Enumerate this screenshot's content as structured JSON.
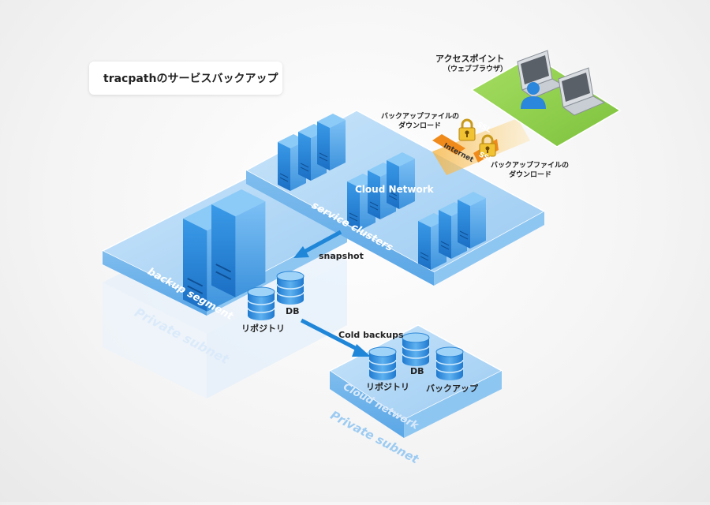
{
  "title": "tracpathのサービスバックアップ",
  "access_point": {
    "label": "アクセスポイント",
    "sublabel": "（ウェブブラウザ）"
  },
  "download_label_top": [
    "バックアップファイルの",
    "ダウンロード"
  ],
  "download_label_bottom": [
    "バックアップファイルの",
    "ダウンロード"
  ],
  "ssl_label": "SSL",
  "internet_label": "Internet",
  "cloud_network_label": "Cloud Network",
  "service_clusters_label": "service clusters",
  "snapshot_label": "snapshot",
  "backup_segment_label": "backup segment",
  "private_subnet_label": "Private subnet",
  "backup_db_label": "DB",
  "backup_repo_label": "リポジトリ",
  "cold_backups_label": "Cold backups",
  "cold_repo_label": "リポジトリ",
  "cold_db_label": "DB",
  "cold_backup_label": "バックアップ",
  "cloud_network_platform_label": "Cloud network",
  "cold_private_subnet_label": "Private subnet",
  "colors": {
    "platform_blue": "#a9d3f5",
    "platform_edge": "#6fb1e8",
    "server_blue": "#2f8ee0",
    "access_green": "#8fd14f",
    "arrow_blue": "#1f86d8"
  }
}
